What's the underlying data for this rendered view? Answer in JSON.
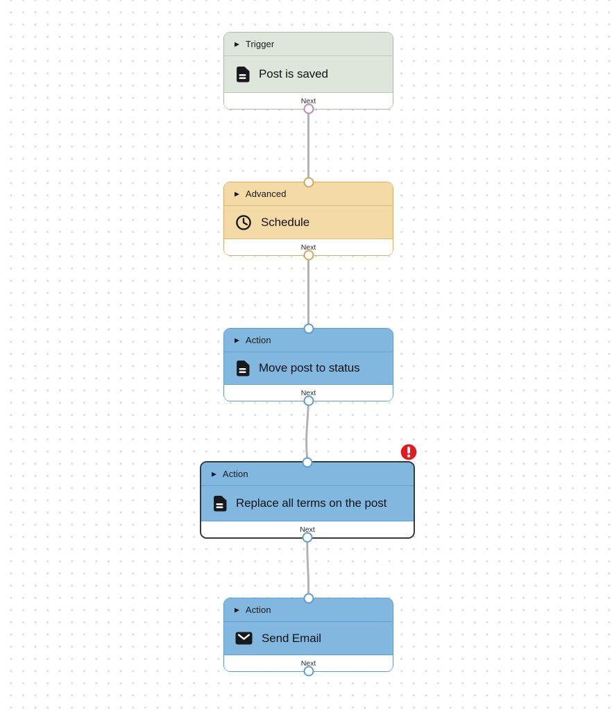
{
  "app": {
    "view": "automation-workflow-canvas"
  },
  "icons": {
    "caret": "▶"
  },
  "colors": {
    "trigger_fill": "#dee5da",
    "advanced_fill": "#f4daa7",
    "action_fill": "#82b7e0",
    "trigger_port": "#b48cc2",
    "advanced_port": "#d2a75f",
    "action_port": "#5f9bcd",
    "selected_border": "#33383c",
    "connector": "#b2b2b6",
    "error_badge": "#e01b24",
    "canvas_dot": "#d7d7d9"
  },
  "nodes": [
    {
      "category": "Trigger",
      "title": "Post is saved",
      "icon": "document-icon",
      "footer_label": "Next",
      "has_input": false,
      "selected": false,
      "error": false
    },
    {
      "category": "Advanced",
      "title": "Schedule",
      "icon": "clock-icon",
      "footer_label": "Next",
      "has_input": true,
      "selected": false,
      "error": false
    },
    {
      "category": "Action",
      "title": "Move post to status",
      "icon": "document-icon",
      "footer_label": "Next",
      "has_input": true,
      "selected": false,
      "error": false
    },
    {
      "category": "Action",
      "title": "Replace all terms on the post",
      "icon": "document-icon",
      "footer_label": "Next",
      "has_input": true,
      "selected": true,
      "error": true
    },
    {
      "category": "Action",
      "title": "Send Email",
      "icon": "email-icon",
      "footer_label": "Next",
      "has_input": true,
      "selected": false,
      "error": false
    }
  ],
  "connections": [
    {
      "from": "Post is saved",
      "to": "Schedule"
    },
    {
      "from": "Schedule",
      "to": "Move post to status"
    },
    {
      "from": "Move post to status",
      "to": "Replace all terms on the post"
    },
    {
      "from": "Replace all terms on the post",
      "to": "Send Email"
    }
  ]
}
